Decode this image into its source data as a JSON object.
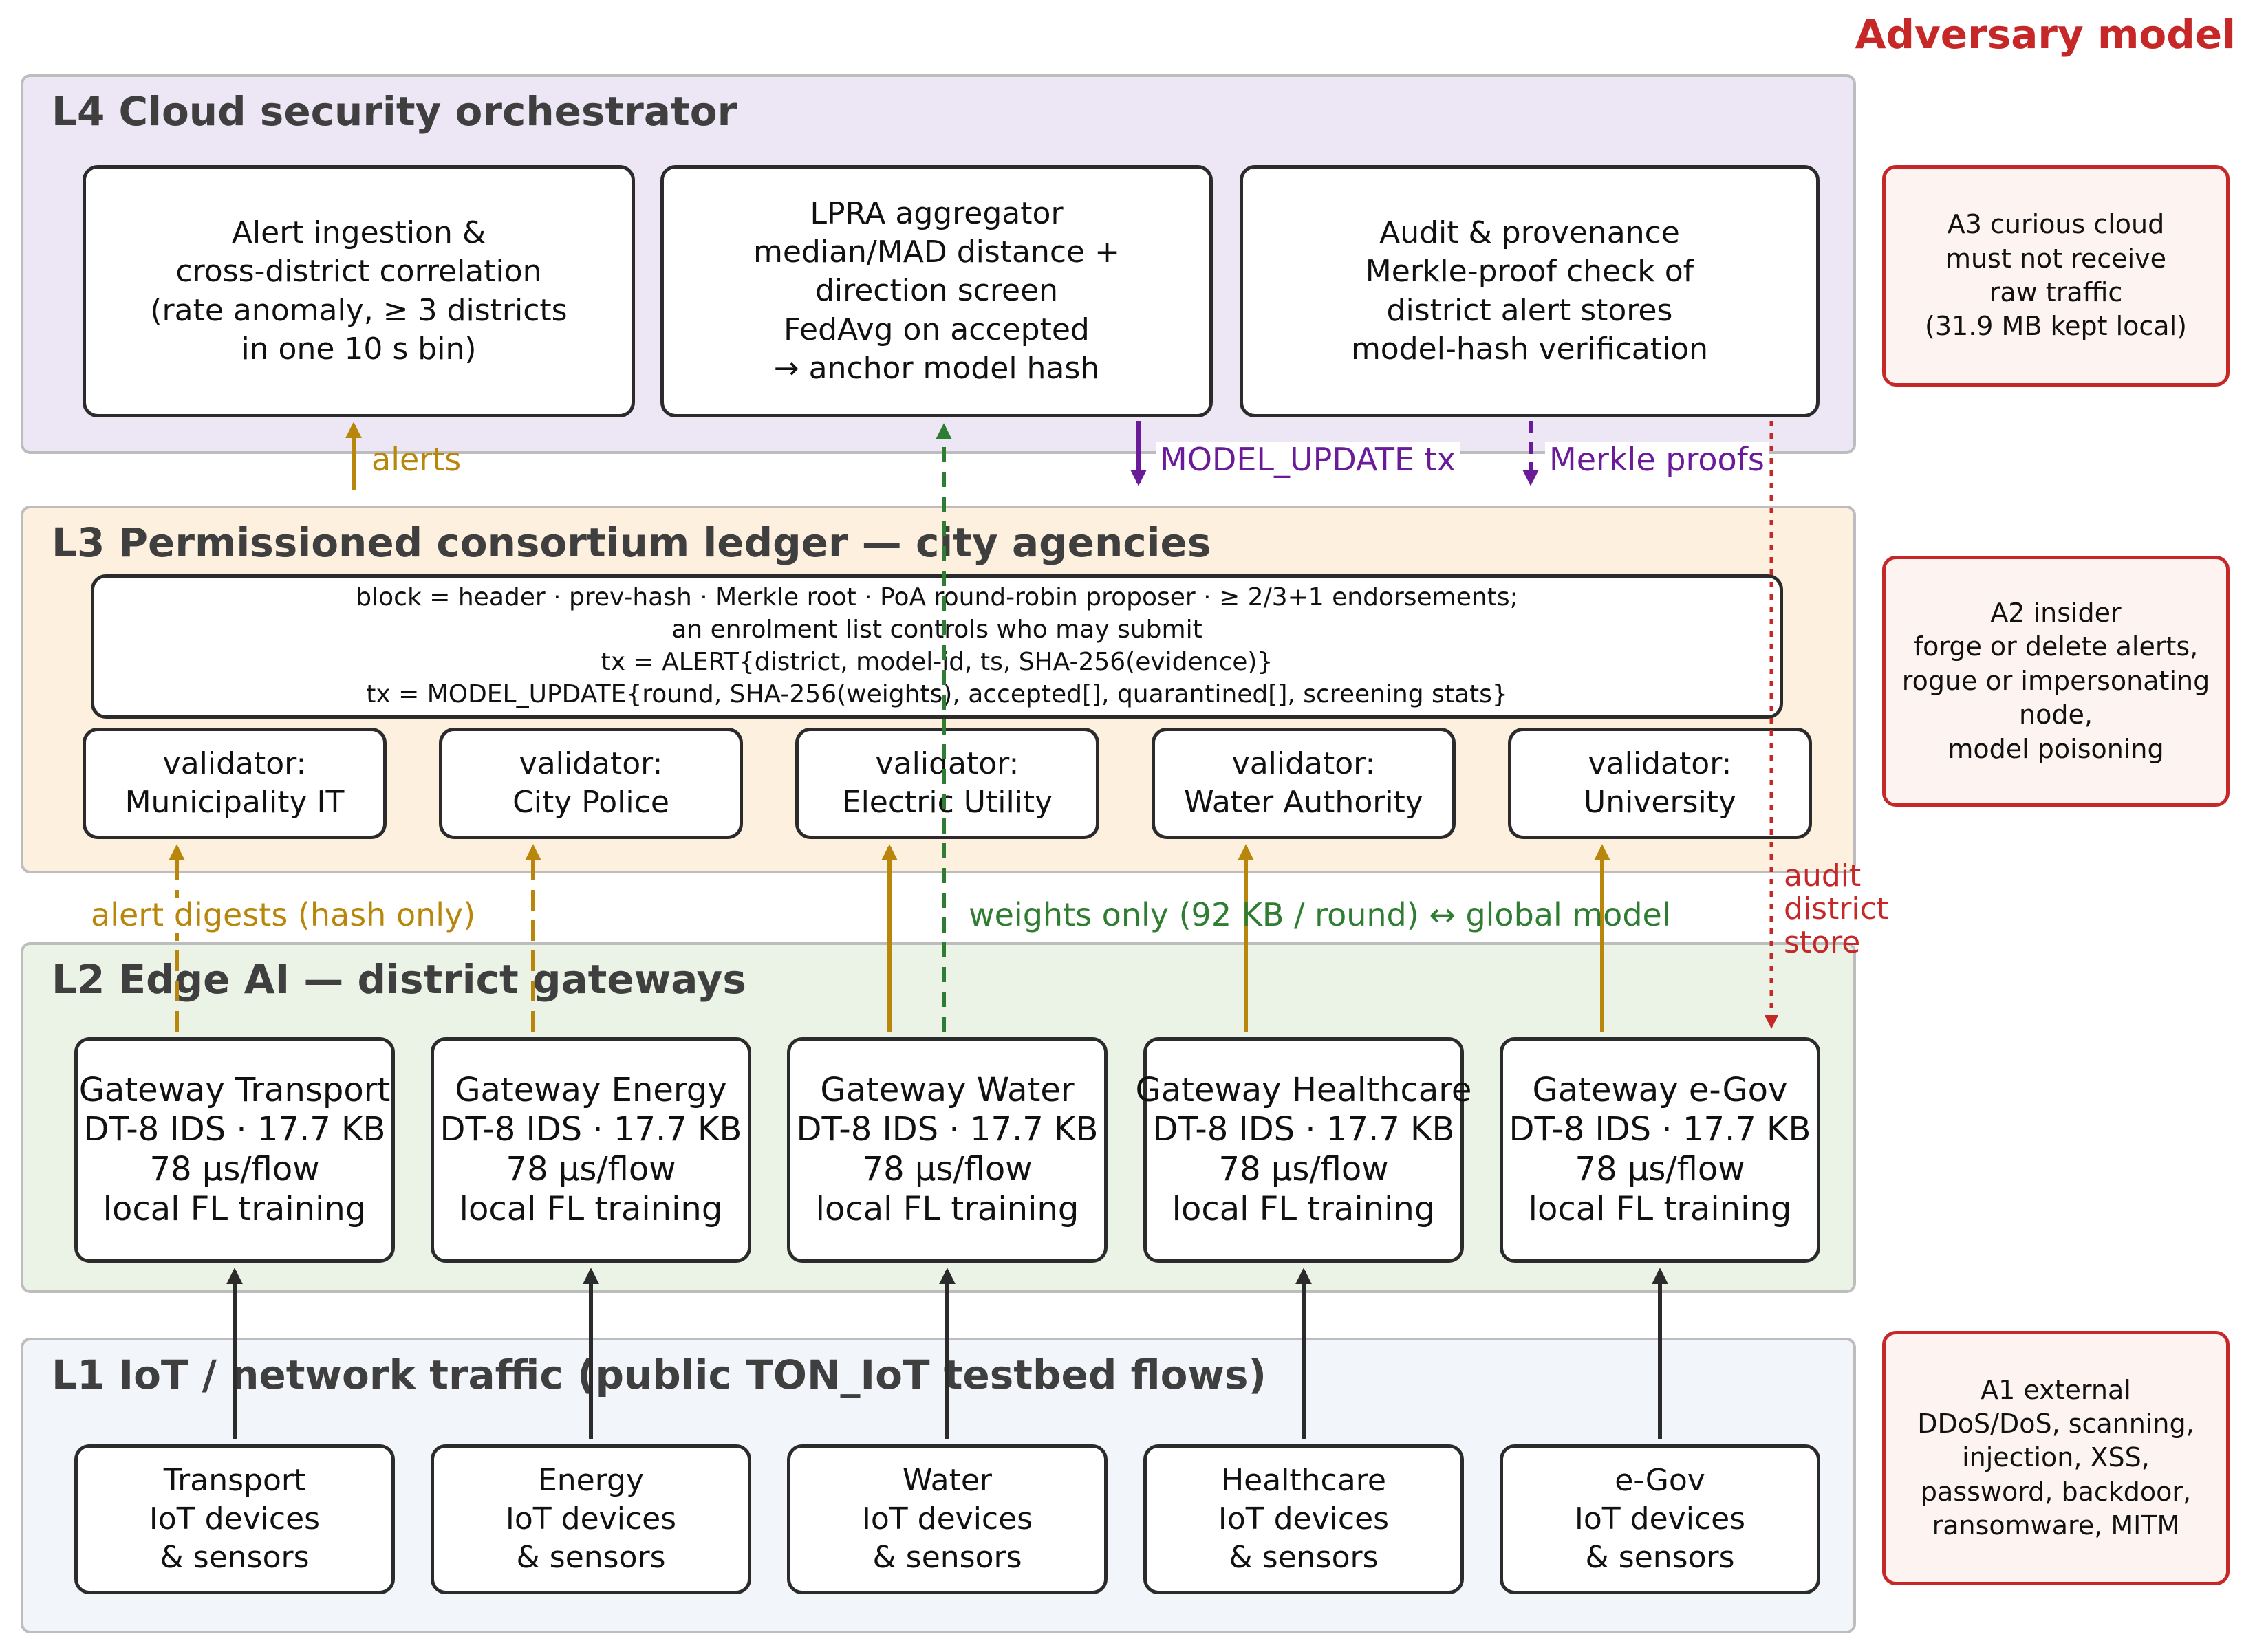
{
  "adversary_title": "Adversary model",
  "layers": {
    "l4": "L4  Cloud security orchestrator",
    "l3": "L3  Permissioned consortium ledger — city agencies",
    "l2": "L2  Edge AI — district gateways",
    "l1": "L1  IoT / network traffic (public TON_IoT testbed flows)"
  },
  "cloud_boxes": [
    "Alert ingestion &\ncross-district correlation\n(rate anomaly, ≥ 3 districts\nin one 10 s bin)",
    "LPRA aggregator\nmedian/MAD distance +\ndirection screen\nFedAvg on accepted\n→ anchor model hash",
    "Audit & provenance\nMerkle-proof check of\ndistrict alert stores\nmodel-hash verification"
  ],
  "ledger_block": "block = header · prev-hash · Merkle root · PoA round-robin proposer · ≥ 2/3+1 endorsements;\nan enrolment list controls who may submit\ntx = ALERT{district, model-id, ts, SHA-256(evidence)}\ntx = MODEL_UPDATE{round, SHA-256(weights), accepted[], quarantined[], screening stats}",
  "validators": [
    "validator:\nMunicipality IT",
    "validator:\nCity Police",
    "validator:\nElectric Utility",
    "validator:\nWater Authority",
    "validator:\nUniversity"
  ],
  "gateways": [
    "Gateway Transport\nDT-8 IDS · 17.7 KB\n78 µs/flow\nlocal FL training",
    "Gateway Energy\nDT-8 IDS · 17.7 KB\n78 µs/flow\nlocal FL training",
    "Gateway Water\nDT-8 IDS · 17.7 KB\n78 µs/flow\nlocal FL training",
    "Gateway Healthcare\nDT-8 IDS · 17.7 KB\n78 µs/flow\nlocal FL training",
    "Gateway e-Gov\nDT-8 IDS · 17.7 KB\n78 µs/flow\nlocal FL training"
  ],
  "iot": [
    "Transport\nIoT devices\n& sensors",
    "Energy\nIoT devices\n& sensors",
    "Water\nIoT devices\n& sensors",
    "Healthcare\nIoT devices\n& sensors",
    "e-Gov\nIoT devices\n& sensors"
  ],
  "adversaries": [
    "A3 curious cloud\nmust not receive\nraw traffic\n(31.9 MB kept local)",
    "A2 insider\nforge or delete alerts,\nrogue or impersonating\nnode,\nmodel poisoning",
    "A1 external\nDDoS/DoS, scanning,\ninjection, XSS,\npassword, backdoor,\nransomware, MITM"
  ],
  "edge_labels": {
    "alerts": "alerts",
    "model_update": "MODEL_UPDATE tx",
    "merkle": "Merkle proofs",
    "alert_digests": "alert digests (hash only)",
    "weights": "weights only (92 KB / round) ↔ global model",
    "audit": "audit\ndistrict\nstore"
  },
  "colors": {
    "l4_fill": "#ede6f4",
    "l3_fill": "#fdf0df",
    "l2_fill": "#ebf2e6",
    "l1_fill": "#f2f5fa",
    "alert_arrow": "#b8860b",
    "weights_arrow": "#2e7d32",
    "ledger_arrow": "#6a1b9a",
    "audit_arrow": "#c62828",
    "traffic_arrow": "#2b2b2b"
  }
}
